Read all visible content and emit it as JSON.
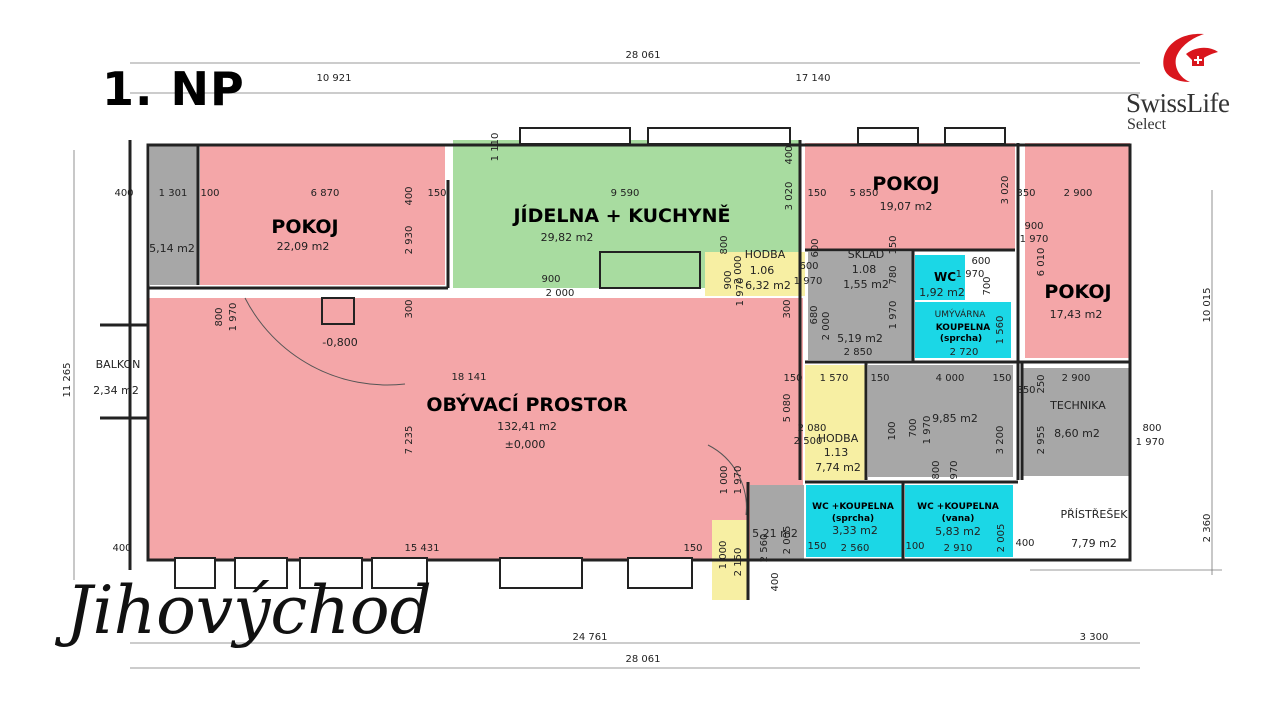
{
  "header": {
    "floor_title": "1. NP",
    "script_title": "Jihovýchod"
  },
  "logo": {
    "line1": "SwissLife",
    "line2": "Select",
    "mark_color": "#d9161d"
  },
  "colors": {
    "living": "#f4a6a8",
    "kitchen": "#a8dca0",
    "hall": "#f7efa3",
    "service": "#a7a7a7",
    "bath": "#1bd7e6",
    "wall": "#222222"
  },
  "rooms": {
    "storage_left": {
      "area": "5,14 m2"
    },
    "pokoj1": {
      "name": "POKOJ",
      "area": "22,09 m2"
    },
    "kitchen": {
      "name": "JÍDELNA + KUCHYNĚ",
      "area": "29,82 m2"
    },
    "pokoj2": {
      "name": "POKOJ",
      "area": "19,07 m2"
    },
    "pokoj3": {
      "name": "POKOJ",
      "area": "17,43 m2"
    },
    "living": {
      "name": "OBÝVACÍ PROSTOR",
      "area": "132,41 m2",
      "level": "±0,000"
    },
    "stair_level": {
      "value": "-0,800"
    },
    "balkon": {
      "name": "BALKON",
      "area": "2,34 m2"
    },
    "hodba1": {
      "name": "HODBA",
      "number": "1.06",
      "area": "6,32 m2"
    },
    "sklad": {
      "name": "SKLAD",
      "number": "1.08",
      "area": "1,55 m2"
    },
    "wc": {
      "name": "WC",
      "area": "1,92 m2"
    },
    "koupelna": {
      "name": "KOUPELNA",
      "sub": "(sprcha)",
      "extra": "UMÝVÁRNA"
    },
    "room_519": {
      "area": "5,19 m2"
    },
    "room_985": {
      "area": "9,85 m2"
    },
    "technika": {
      "name": "TECHNIKA",
      "area": "8,60 m2"
    },
    "hodba2": {
      "name": "HODBA",
      "number": "1.13",
      "area": "7,74 m2"
    },
    "wc_koupelna1": {
      "name": "WC +KOUPELNA",
      "sub": "(sprcha)",
      "area": "3,33 m2"
    },
    "wc_koupelna2": {
      "name": "WC +KOUPELNA",
      "sub": "(vana)",
      "area": "5,83 m2"
    },
    "room_521": {
      "area": "5,21 m2"
    },
    "pristresek": {
      "name": "PŘÍSTŘEŠEK",
      "area": "7,79 m2"
    }
  },
  "dimensions": {
    "top_total": "28 061",
    "top_left": "10 921",
    "top_right": "17 140",
    "bottom_left": "24 761",
    "bottom_right": "3 300",
    "bottom_total": "28 061",
    "left_height": "11 265",
    "right_height": "10 015",
    "right_lower": "2 360",
    "d_400a": "400",
    "d_1301": "1 301",
    "d_100": "100",
    "d_6870": "6 870",
    "d_400b": "400",
    "d_150a": "150",
    "d_1110": "1 110",
    "d_9590": "9 590",
    "d_400c": "400",
    "d_3020a": "3 020",
    "d_150b": "150",
    "d_5850": "5 850",
    "d_3020b": "3 020",
    "d_350a": "350",
    "d_2900a": "2 900",
    "d_2930": "2 930",
    "d_800a": "800",
    "d_1970a": "1 970",
    "d_300a": "300",
    "d_900a": "900",
    "d_2000a": "2 000",
    "d_800b": "800",
    "d_2000b": "2 000",
    "d_900b": "900",
    "d_1970b": "1 970",
    "d_600a": "600",
    "d_1970c": "1 970",
    "d_600b": "600",
    "d_780": "780",
    "d_150c": "150",
    "d_1970d": "1 970",
    "d_600c": "600",
    "d_700": "700",
    "d_900c": "900",
    "d_1970e": "1 970",
    "d_6010": "6 010",
    "d_300b": "300",
    "d_680": "680",
    "d_2000c": "2 000",
    "d_1970f": "1 970",
    "d_2850": "2 850",
    "d_1560": "1 560",
    "d_2720": "2 720",
    "d_18141": "18 141",
    "d_7235": "7 235",
    "d_5080": "5 080",
    "d_150d": "150",
    "d_1570": "1 570",
    "d_150e": "150",
    "d_4000": "4 000",
    "d_150f": "150",
    "d_350b": "350",
    "d_2900b": "2 900",
    "d_250": "250",
    "d_2955": "2 955",
    "d_800c": "800",
    "d_1970g": "1 970",
    "d_2080": "2 080",
    "d_2500": "2 500",
    "d_100b": "100",
    "d_700b": "700",
    "d_1970h": "1 970",
    "d_3200": "3 200",
    "d_800d": "800",
    "d_970": "970",
    "d_1000a": "1 000",
    "d_1970i": "1 970",
    "d_400d": "400",
    "d_15431": "15 431",
    "d_150g": "150",
    "d_1000b": "1 000",
    "d_2150": "2 150",
    "d_2560": "2 560",
    "d_2005a": "2 005",
    "d_150h": "150",
    "d_2560b": "2 560",
    "d_100c": "100",
    "d_2910": "2 910",
    "d_2005b": "2 005",
    "d_400e": "400",
    "d_400f": "400"
  }
}
